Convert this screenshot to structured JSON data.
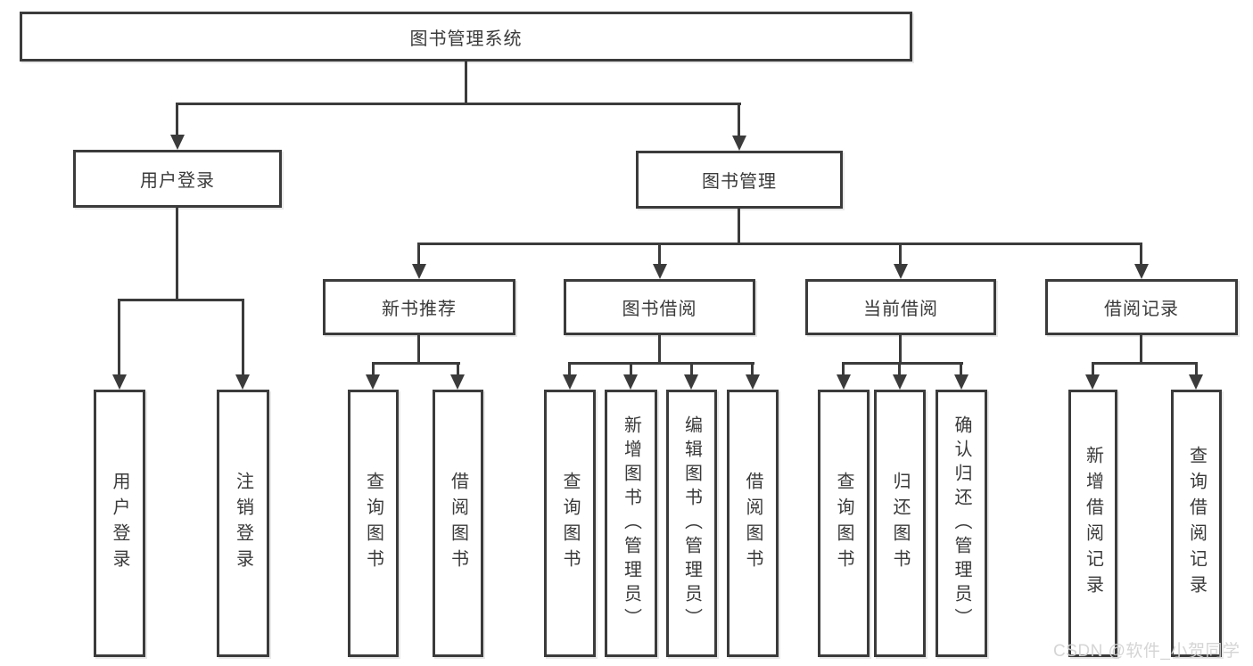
{
  "colors": {
    "line": "#3b3b3b",
    "text": "#3a3a3a",
    "background": "#ffffff",
    "watermark": "#d3d3d3"
  },
  "watermark": {
    "text": "CSDN @软件_小贺同学"
  },
  "root": {
    "label": "图书管理系统"
  },
  "branches": {
    "user_login": {
      "label": "用户登录",
      "children": {
        "login": {
          "label": "用户登录"
        },
        "logout": {
          "label": "注销登录"
        }
      }
    },
    "book_management": {
      "label": "图书管理",
      "sections": {
        "new_book_recommend": {
          "label": "新书推荐",
          "children": {
            "query_books": {
              "label": "查询图书"
            },
            "borrow_books": {
              "label": "借阅图书"
            }
          }
        },
        "book_borrowing": {
          "label": "图书借阅",
          "children": {
            "query_books": {
              "label": "查询图书"
            },
            "add_books_admin": {
              "label": "新增图书（管理员）"
            },
            "edit_books_admin": {
              "label": "编辑图书（管理员）"
            },
            "borrow_books": {
              "label": "借阅图书"
            }
          }
        },
        "current_borrowing": {
          "label": "当前借阅",
          "children": {
            "query_books": {
              "label": "查询图书"
            },
            "return_books": {
              "label": "归还图书"
            },
            "confirm_return_admin": {
              "label": "确认归还（管理员）"
            }
          }
        },
        "borrowing_records": {
          "label": "借阅记录",
          "children": {
            "add_record": {
              "label": "新增借阅记录"
            },
            "query_record": {
              "label": "查询借阅记录"
            }
          }
        }
      }
    }
  }
}
